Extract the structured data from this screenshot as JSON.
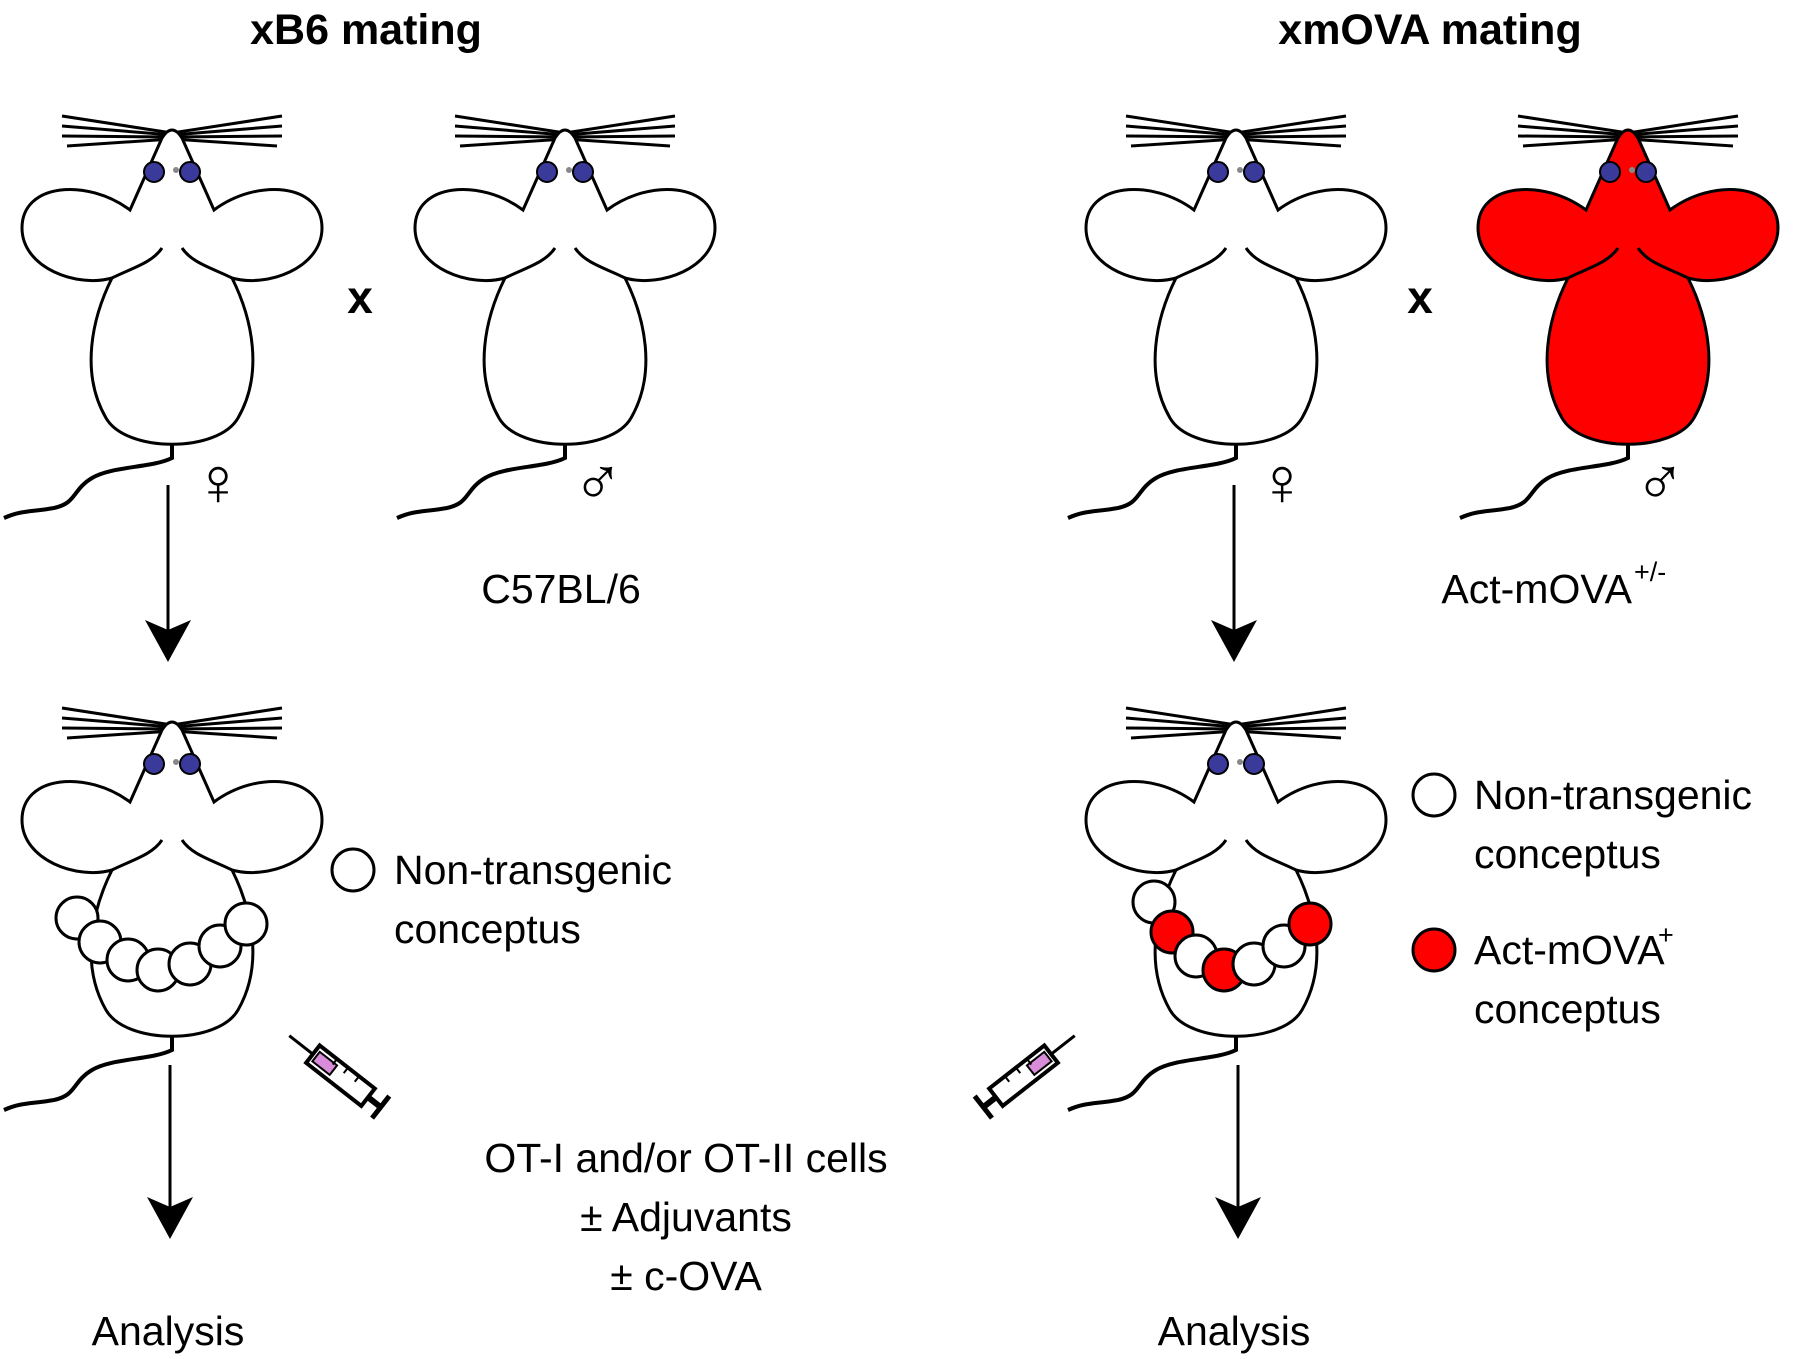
{
  "panels": {
    "left": {
      "title": "xB6 mating",
      "cross_symbol": "x",
      "female_symbol": "♀",
      "male_symbol": "♂",
      "sire_strain": "C57BL/6",
      "legend": {
        "nontransgenic_line1": "Non-transgenic",
        "nontransgenic_line2": "conceptus"
      },
      "analysis_label": "Analysis"
    },
    "right": {
      "title": "xmOVA mating",
      "cross_symbol": "x",
      "female_symbol": "♀",
      "male_symbol": "♂",
      "sire_strain": "Act-mOVA",
      "sire_strain_superscript": "+/-",
      "legend": {
        "nontransgenic_line1": "Non-transgenic",
        "nontransgenic_line2": "conceptus",
        "transgenic_line1": "Act-mOVA",
        "transgenic_line1_superscript": "+",
        "transgenic_line2": "conceptus"
      },
      "analysis_label": "Analysis"
    }
  },
  "treatment": {
    "line1": "OT-I and/or OT-II cells",
    "line2": "± Adjuvants",
    "line3": "± c-OVA"
  },
  "colors": {
    "transgenic_fill": "#ff0000",
    "eye": "#3a3a9a",
    "outline": "#000000",
    "syringe_accent": "#d98cd9"
  },
  "icons": [
    "mouse-icon",
    "female-symbol-icon",
    "male-symbol-icon",
    "syringe-icon",
    "arrow-down-icon"
  ]
}
